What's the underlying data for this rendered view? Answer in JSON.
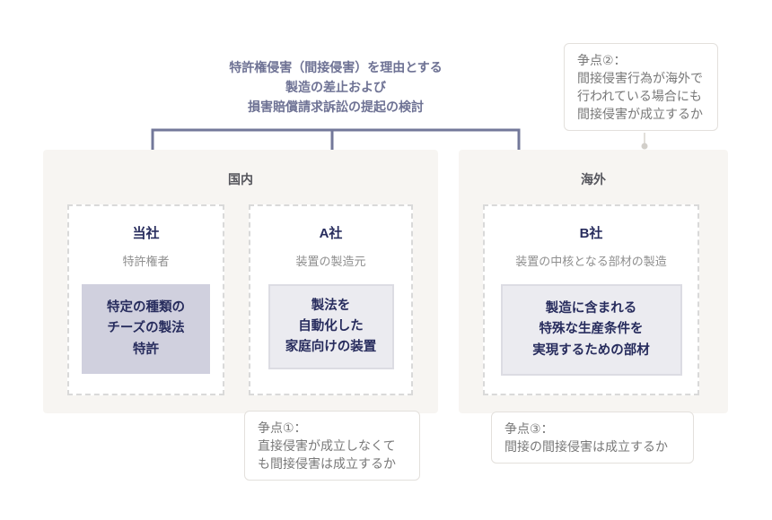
{
  "colors": {
    "accent_line": "#73789a",
    "navy_text": "#272c5d",
    "panel_bg": "#f7f5f2",
    "highlight_box_bg": "#d0d0de",
    "light_box_bg": "#ebebf0"
  },
  "header": {
    "note": "特許権侵害（間接侵害）を理由とする\n製造の差止および\n損害賠償請求訴訟の提起の検討"
  },
  "panels": {
    "domestic": {
      "label": "国内"
    },
    "overseas": {
      "label": "海外"
    }
  },
  "entities": {
    "ours": {
      "title": "当社",
      "subtitle": "特許権者",
      "item": "特定の種類の\nチーズの製法\n特許"
    },
    "company_a": {
      "title": "A社",
      "subtitle": "装置の製造元",
      "item": "製法を\n自動化した\n家庭向けの装置"
    },
    "company_b": {
      "title": "B社",
      "subtitle": "装置の中核となる部材の製造",
      "item": "製造に含まれる\n特殊な生産条件を\n実現するための部材"
    }
  },
  "callouts": {
    "issue1": "争点①：\n直接侵害が成立しなくて\nも間接侵害は成立するか",
    "issue2": "争点②：\n間接侵害行為が海外で\n行われている場合にも\n間接侵害が成立するか",
    "issue3": "争点③：\n間接の間接侵害は成立するか"
  }
}
